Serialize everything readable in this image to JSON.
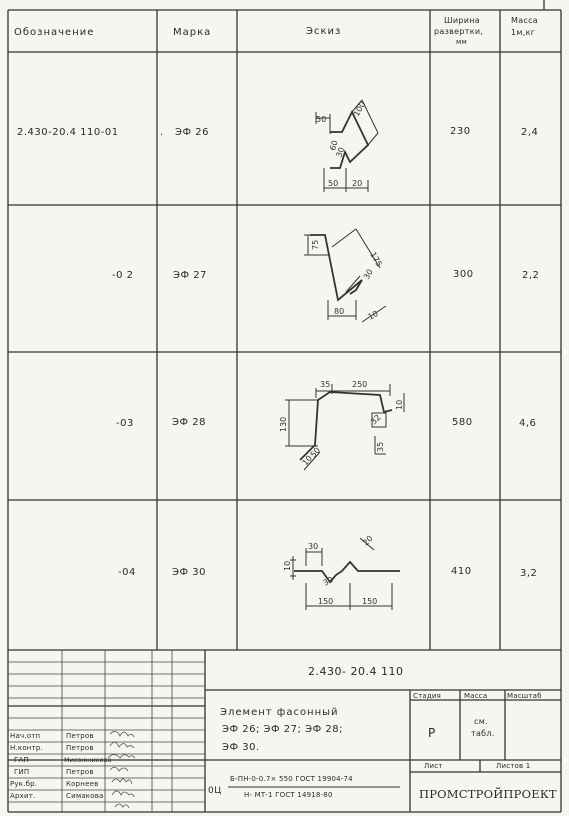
{
  "header": {
    "designation": "Обозначение",
    "mark": "Марка",
    "sketch": "Эскиз",
    "width_line1": "Ширина",
    "width_line2": "развертки,",
    "width_unit": "мм",
    "mass_line1": "Масса",
    "mass_line2": "1м,кг"
  },
  "rows": [
    {
      "designation": "2.430-20.4 110-01",
      "mark": "ЭФ 26",
      "width": "230",
      "mass": "2,4"
    },
    {
      "designation": "-0 2",
      "mark": "ЭФ 27",
      "width": "300",
      "mass": "2,2"
    },
    {
      "designation": "-03",
      "mark": "ЭФ 28",
      "width": "580",
      "mass": "4,6"
    },
    {
      "designation": "-04",
      "mark": "ЭФ 30",
      "width": "410",
      "mass": "3,2"
    }
  ],
  "sketch_dims": {
    "r1": [
      "100",
      "50",
      "60",
      "30",
      "50",
      "20"
    ],
    "r2": [
      "75",
      "175",
      "30",
      "80",
      "10"
    ],
    "r3": [
      "35",
      "250",
      "10",
      "130",
      "32",
      "35",
      "10",
      "50"
    ],
    "r4": [
      "30",
      "20",
      "10",
      "30",
      "150",
      "150"
    ]
  },
  "title_block": {
    "code": "2.430- 20.4  110",
    "title_line1": "Элемент фасонный",
    "title_line2": "ЭФ 26; ЭФ 27; ЭФ 28;",
    "title_line3": "ЭФ 30.",
    "stage_label": "Стадия",
    "mass_label": "Масса",
    "scale_label": "Масштаб",
    "stage": "Р",
    "mass_value_line1": "см.",
    "mass_value_line2": "табл.",
    "sheet_label": "Лист",
    "sheets_label": "Листов 1",
    "material_prefix": "0Ц",
    "material_line1": "Б-ПН-0-0.7× 550 ГОСТ 19904-74",
    "material_line2": "Н- МТ-1  ГОСТ 14918-80",
    "org": "ПРОМСТРОЙПРОЕКТ",
    "staff": [
      {
        "role": "Нач.отп",
        "name": "Петров"
      },
      {
        "role": "Н.контр.",
        "name": "Петров"
      },
      {
        "role": "ГАП",
        "name": "Мисожникова"
      },
      {
        "role": "ГИП",
        "name": "Петров"
      },
      {
        "role": "Рук.бр.",
        "name": "Корнеев"
      },
      {
        "role": "Архит.",
        "name": "Симакова"
      }
    ]
  }
}
